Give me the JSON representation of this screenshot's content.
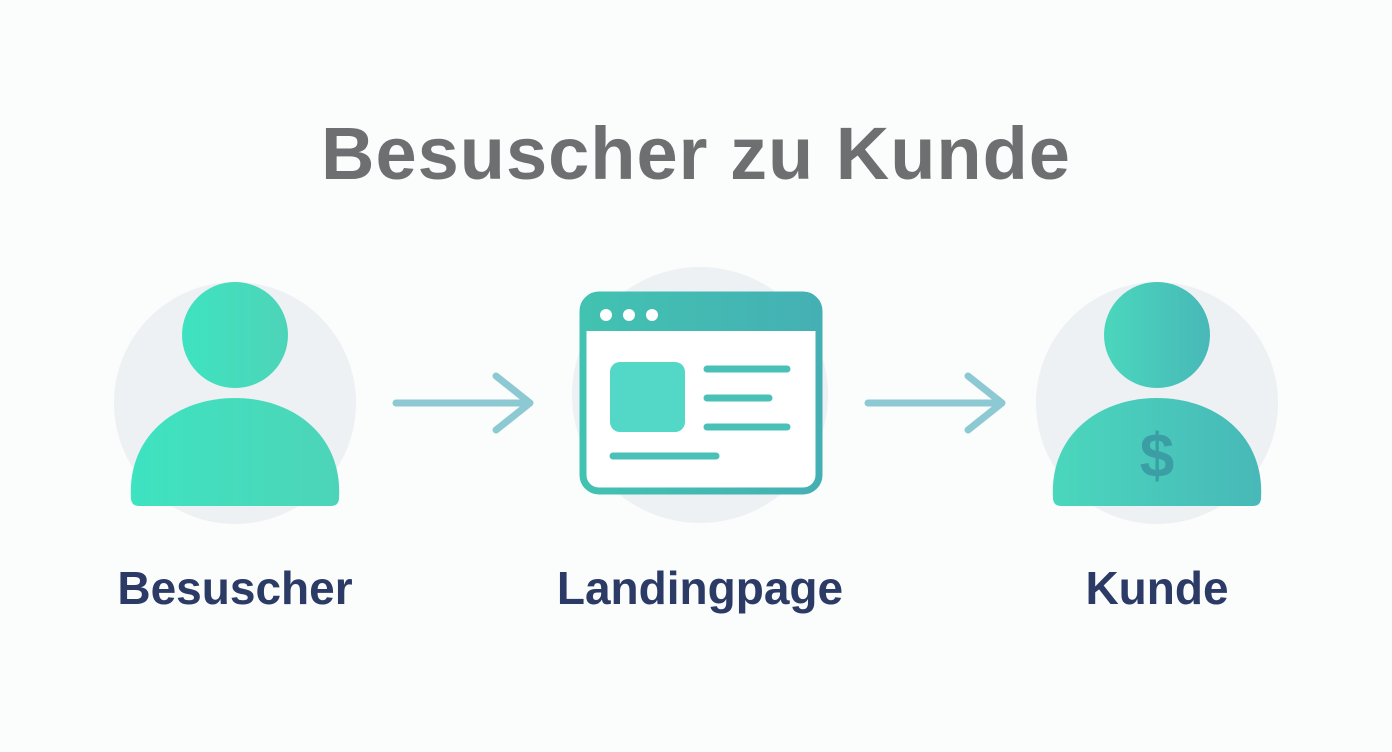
{
  "title": "Besuscher zu Kunde",
  "nodes": [
    {
      "label": "Besuscher",
      "icon": "visitor-person-icon"
    },
    {
      "label": "Landingpage",
      "icon": "landing-page-browser-icon"
    },
    {
      "label": "Kunde",
      "icon": "customer-person-dollar-icon"
    }
  ],
  "colors": {
    "accent_light": "#3fe4c1",
    "accent_dark": "#45b0b4",
    "arrow": "#8cc9d2",
    "label": "#2c3a66",
    "title": "#6d6f71",
    "halo": "#eef1f3"
  }
}
